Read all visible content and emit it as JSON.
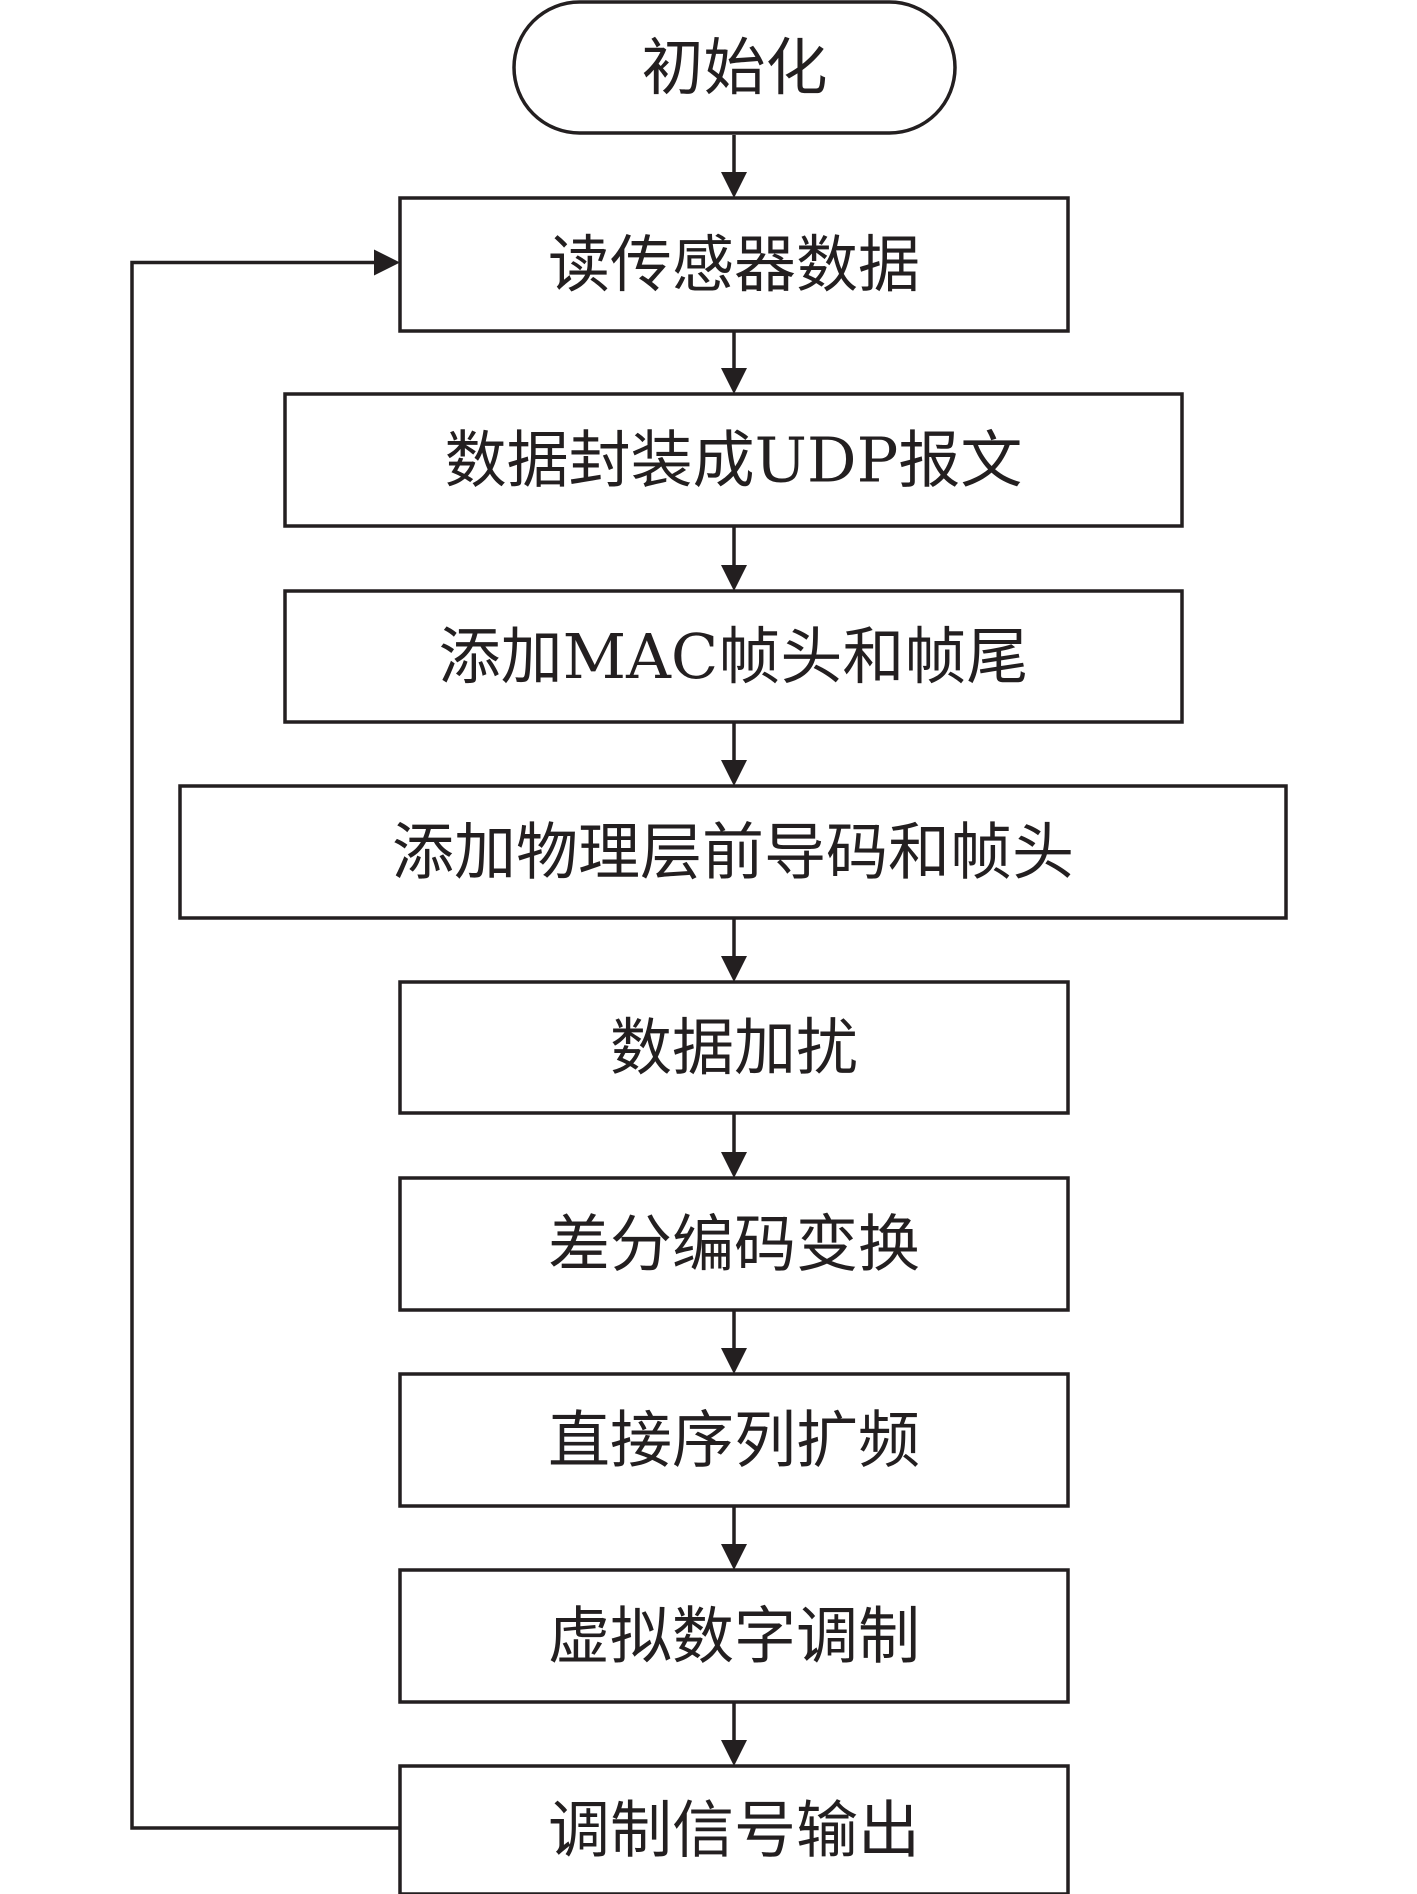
{
  "diagram": {
    "type": "flowchart",
    "colors": {
      "stroke": "#231f20",
      "text": "#231f20",
      "fill": "#ffffff"
    },
    "nodes": [
      {
        "id": "init",
        "shape": "terminal",
        "label": "初始化"
      },
      {
        "id": "read",
        "shape": "process",
        "label": "读传感器数据"
      },
      {
        "id": "udp",
        "shape": "process",
        "label": "数据封装成UDP报文"
      },
      {
        "id": "mac",
        "shape": "process",
        "label": "添加MAC帧头和帧尾"
      },
      {
        "id": "phy",
        "shape": "process",
        "label": "添加物理层前导码和帧头"
      },
      {
        "id": "scramble",
        "shape": "process",
        "label": "数据加扰"
      },
      {
        "id": "diff",
        "shape": "process",
        "label": "差分编码变换"
      },
      {
        "id": "spread",
        "shape": "process",
        "label": "直接序列扩频"
      },
      {
        "id": "modulate",
        "shape": "process",
        "label": "虚拟数字调制"
      },
      {
        "id": "output",
        "shape": "process",
        "label": "调制信号输出"
      }
    ],
    "edges": [
      {
        "from": "init",
        "to": "read"
      },
      {
        "from": "read",
        "to": "udp"
      },
      {
        "from": "udp",
        "to": "mac"
      },
      {
        "from": "mac",
        "to": "phy"
      },
      {
        "from": "phy",
        "to": "scramble"
      },
      {
        "from": "scramble",
        "to": "diff"
      },
      {
        "from": "diff",
        "to": "spread"
      },
      {
        "from": "spread",
        "to": "modulate"
      },
      {
        "from": "modulate",
        "to": "output"
      },
      {
        "from": "output",
        "to": "read",
        "kind": "loop-back-left"
      }
    ]
  }
}
